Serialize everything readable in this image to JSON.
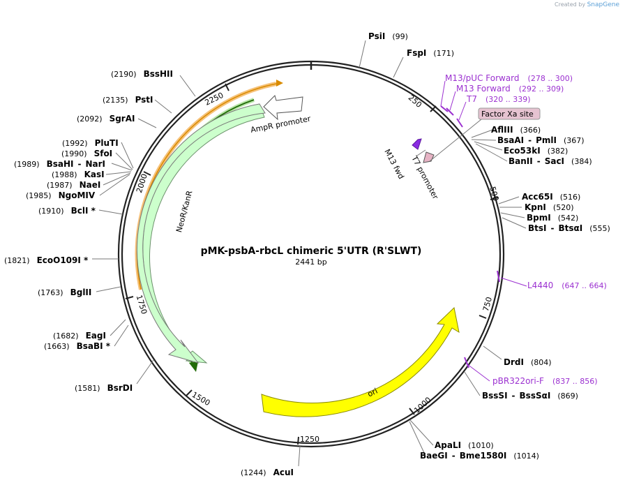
{
  "credit": {
    "prefix": "Created by",
    "brand": "SnapGene"
  },
  "plasmid": {
    "name": "pMK-psbA-rbcL chimeric 5'UTR (R'SLWT)",
    "length_label": "2441 bp"
  },
  "ticks": [
    "250",
    "500",
    "750",
    "1000",
    "1250",
    "1500",
    "1750",
    "2000",
    "2250"
  ],
  "enzymes": {
    "PsiI": {
      "name": "PsiI",
      "pos": "(99)"
    },
    "FspI": {
      "name": "FspI",
      "pos": "(171)"
    },
    "AflIII": {
      "name": "AflIII",
      "pos": "(366)"
    },
    "BsaAI": {
      "name": "BsaAI",
      "sep": "-",
      "name2": "PmlI",
      "pos": "(367)"
    },
    "Eco53kI": {
      "name": "Eco53kI",
      "pos": "(382)"
    },
    "BanII": {
      "name": "BanII",
      "sep": "-",
      "name2": "SacI",
      "pos": "(384)"
    },
    "Acc65I": {
      "name": "Acc65I",
      "pos": "(516)"
    },
    "KpnI": {
      "name": "KpnI",
      "pos": "(520)"
    },
    "BpmI": {
      "name": "BpmI",
      "pos": "(542)"
    },
    "BtsI": {
      "name": "BtsI",
      "sep": "-",
      "name2": "BtsαI",
      "pos": "(555)"
    },
    "DrdI": {
      "name": "DrdI",
      "pos": "(804)"
    },
    "BssSI": {
      "name": "BssSI",
      "sep": "-",
      "name2": "BssSαI",
      "pos": "(869)"
    },
    "ApaLI": {
      "name": "ApaLI",
      "pos": "(1010)"
    },
    "BaeGI": {
      "name": "BaeGI",
      "sep": "-",
      "name2": "Bme1580I",
      "pos": "(1014)"
    },
    "AcuI": {
      "name": "AcuI",
      "pos": "(1244)"
    },
    "BsrDI": {
      "name": "BsrDI",
      "pos": "(1581)"
    },
    "BsaBI": {
      "name": "BsaBI *",
      "pos": "(1663)"
    },
    "EagI": {
      "name": "EagI",
      "pos": "(1682)"
    },
    "BglII": {
      "name": "BglII",
      "pos": "(1763)"
    },
    "EcoO109I": {
      "name": "EcoO109I *",
      "pos": "(1821)"
    },
    "BclI": {
      "name": "BclI *",
      "pos": "(1910)"
    },
    "NgoMIV": {
      "name": "NgoMIV",
      "pos": "(1985)"
    },
    "NaeI": {
      "name": "NaeI",
      "pos": "(1987)"
    },
    "KasI": {
      "name": "KasI",
      "pos": "(1988)"
    },
    "BsaHI": {
      "name": "BsaHI",
      "sep": "-",
      "name2": "NarI",
      "pos": "(1989)"
    },
    "SfoI": {
      "name": "SfoI",
      "pos": "(1990)"
    },
    "PluTI": {
      "name": "PluTI",
      "pos": "(1992)"
    },
    "SgrAI": {
      "name": "SgrAI",
      "pos": "(2092)"
    },
    "PstI": {
      "name": "PstI",
      "pos": "(2135)"
    },
    "BssHII": {
      "name": "BssHII",
      "pos": "(2190)"
    }
  },
  "primers": {
    "m13puc": {
      "name": "M13/pUC Forward",
      "range": "(278 .. 300)"
    },
    "m13fwd": {
      "name": "M13 Forward",
      "range": "(292 .. 309)"
    },
    "t7": {
      "name": "T7",
      "range": "(320 .. 339)"
    },
    "l4440": {
      "name": "L4440",
      "range": "(647 .. 664)"
    },
    "pbr322": {
      "name": "pBR322ori-F",
      "range": "(837 .. 856)"
    }
  },
  "features": {
    "factor_xa": "Factor Xa site",
    "ampr_promoter": "AmpR promoter",
    "neor": "NeoR/KanR",
    "ori": "ori",
    "m13_fwd": "M13 fwd",
    "t7_promoter": "T7 promoter"
  },
  "colors": {
    "primer": "#9b30d0",
    "ori": "#ffff00",
    "neor": "#ccffcc",
    "orange": "#ffa500",
    "factor_xa": "#e6c3d1"
  }
}
